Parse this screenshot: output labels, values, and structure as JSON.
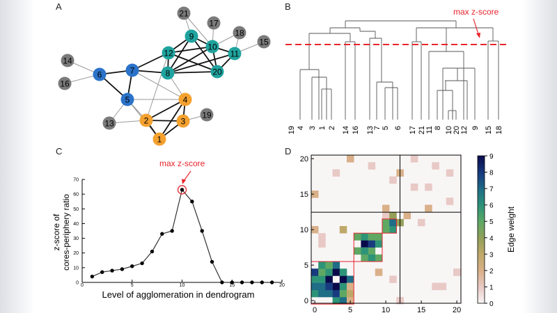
{
  "colors": {
    "blue": "#2b72c9",
    "orange": "#f4a12f",
    "teal": "#20a39e",
    "gray": "#7b7b7b",
    "red": "#e8242c"
  },
  "panels": {
    "a": "A",
    "b": "B",
    "c": "C",
    "d": "D"
  },
  "network": {
    "nodes": [
      {
        "id": "1",
        "group": "orange"
      },
      {
        "id": "2",
        "group": "orange"
      },
      {
        "id": "3",
        "group": "orange"
      },
      {
        "id": "4",
        "group": "orange"
      },
      {
        "id": "5",
        "group": "blue"
      },
      {
        "id": "6",
        "group": "blue"
      },
      {
        "id": "7",
        "group": "blue"
      },
      {
        "id": "8",
        "group": "teal"
      },
      {
        "id": "9",
        "group": "teal"
      },
      {
        "id": "10",
        "group": "teal"
      },
      {
        "id": "11",
        "group": "teal"
      },
      {
        "id": "12",
        "group": "teal"
      },
      {
        "id": "20",
        "group": "teal"
      },
      {
        "id": "13",
        "group": "gray"
      },
      {
        "id": "14",
        "group": "gray"
      },
      {
        "id": "15",
        "group": "gray"
      },
      {
        "id": "16",
        "group": "gray"
      },
      {
        "id": "17",
        "group": "gray"
      },
      {
        "id": "18",
        "group": "gray"
      },
      {
        "id": "19",
        "group": "gray"
      },
      {
        "id": "21",
        "group": "gray"
      }
    ],
    "edges_strong": [
      [
        "1",
        "2"
      ],
      [
        "1",
        "3"
      ],
      [
        "1",
        "4"
      ],
      [
        "2",
        "3"
      ],
      [
        "2",
        "4"
      ],
      [
        "3",
        "4"
      ],
      [
        "5",
        "6"
      ],
      [
        "5",
        "7"
      ],
      [
        "6",
        "7"
      ],
      [
        "8",
        "9"
      ],
      [
        "8",
        "10"
      ],
      [
        "8",
        "11"
      ],
      [
        "8",
        "12"
      ],
      [
        "8",
        "20"
      ],
      [
        "9",
        "10"
      ],
      [
        "9",
        "12"
      ],
      [
        "9",
        "20"
      ],
      [
        "10",
        "11"
      ],
      [
        "10",
        "20"
      ],
      [
        "11",
        "20"
      ],
      [
        "12",
        "10"
      ],
      [
        "12",
        "20"
      ],
      [
        "7",
        "8"
      ],
      [
        "7",
        "12"
      ]
    ],
    "edges_weak": [
      [
        "14",
        "6"
      ],
      [
        "16",
        "6"
      ],
      [
        "13",
        "2"
      ],
      [
        "13",
        "5"
      ],
      [
        "19",
        "3"
      ],
      [
        "21",
        "9"
      ],
      [
        "21",
        "10"
      ],
      [
        "17",
        "10"
      ],
      [
        "18",
        "11"
      ],
      [
        "18",
        "10"
      ],
      [
        "15",
        "11"
      ],
      [
        "5",
        "2"
      ],
      [
        "5",
        "4"
      ],
      [
        "7",
        "4"
      ],
      [
        "8",
        "4"
      ],
      [
        "12",
        "2"
      ],
      [
        "5",
        "1"
      ]
    ]
  },
  "dendrogram": {
    "annotation": "max z-score",
    "leaves": [
      "19",
      "4",
      "3",
      "1",
      "2",
      "14",
      "16",
      "13",
      "7",
      "5",
      "6",
      "17",
      "21",
      "11",
      "8",
      "10",
      "20",
      "12",
      "9",
      "15",
      "18"
    ]
  },
  "chart_data": [
    {
      "type": "line",
      "title": "",
      "xlabel": "Level of agglomeration in dendrogram",
      "ylabel": [
        "z-score of",
        "cores-periphery ratio"
      ],
      "x": [
        1,
        2,
        3,
        4,
        5,
        6,
        7,
        8,
        9,
        10,
        11,
        12,
        13,
        14,
        15,
        16,
        17,
        18,
        19
      ],
      "y": [
        4,
        7,
        8,
        9,
        11,
        13,
        21,
        33,
        35,
        63,
        55,
        35,
        14,
        0,
        0,
        0,
        0,
        0,
        0
      ],
      "xlim": [
        0,
        20
      ],
      "ylim": [
        0,
        70
      ],
      "xticks": [
        0,
        5,
        10,
        15,
        20
      ],
      "yticks": [
        0,
        10,
        20,
        30,
        40,
        50,
        60,
        70
      ],
      "annotation": {
        "text": "max z-score",
        "x": 10,
        "y": 63
      },
      "grid": false
    },
    {
      "type": "heatmap",
      "title": "",
      "colorbar_label": "Edge weight",
      "colorbar_ticks": [
        0,
        1,
        2,
        3,
        4,
        5,
        6,
        7,
        8,
        9
      ],
      "xticks": [
        0,
        5,
        10,
        15,
        20
      ],
      "yticks": [
        0,
        5,
        10,
        15,
        20
      ],
      "colormap": [
        "#f8f5f5",
        "#e8c9c5",
        "#d9b089",
        "#bfa96a",
        "#94a05a",
        "#5fa864",
        "#2e9478",
        "#1f6d86",
        "#183b7f",
        "#0a0a4a"
      ]
    }
  ],
  "colorbar": {
    "label": "Edge weight"
  }
}
